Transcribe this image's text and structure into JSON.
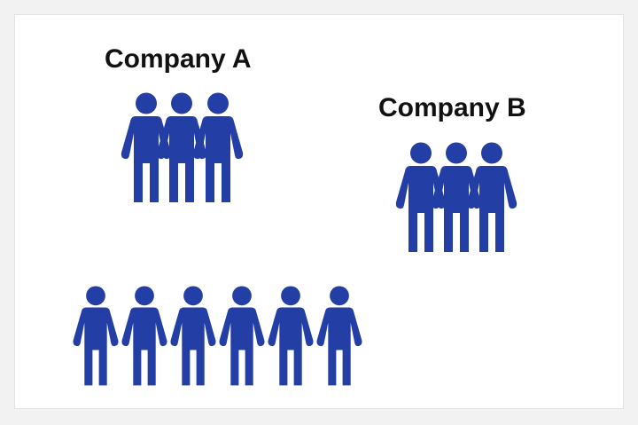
{
  "company_a": {
    "label": "Company A",
    "people_count": 3
  },
  "company_b": {
    "label": "Company B",
    "people_count": 3
  },
  "unaffiliated_group": {
    "people_count": 6
  },
  "colors": {
    "person": "#233FA6",
    "background": "#FFFFFF",
    "outer_background": "#F2F2F2",
    "label": "#111111"
  },
  "icons": {
    "person": "person-icon"
  }
}
